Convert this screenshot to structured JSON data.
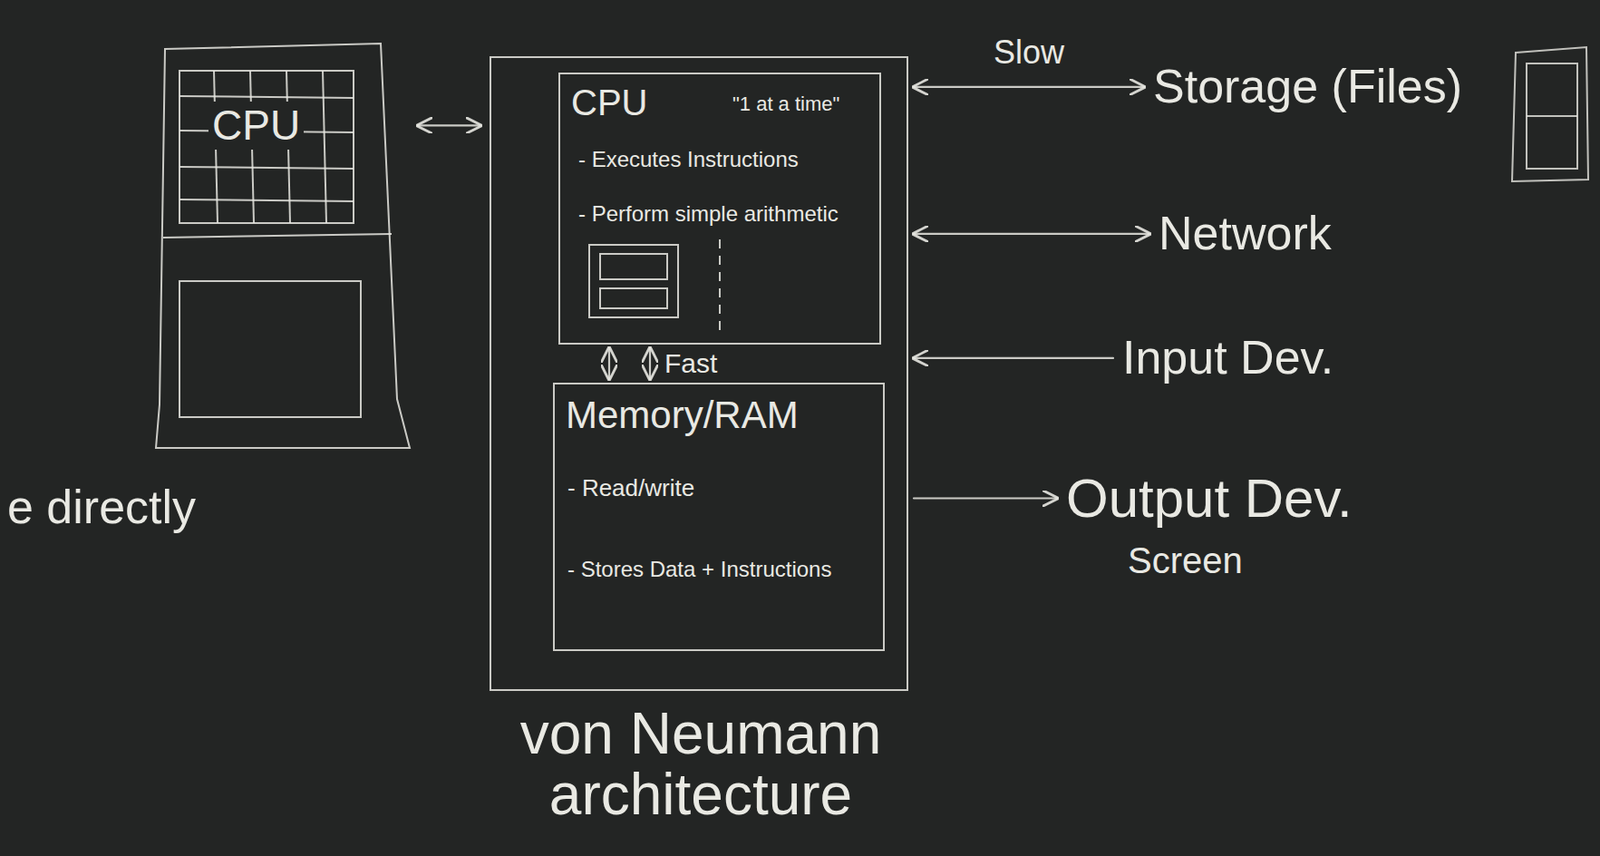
{
  "diagram": {
    "nodes": [
      {
        "text": [
          "CPU"
        ]
      },
      {
        "text": [
          "von Neumann architecture"
        ]
      },
      {
        "text": [
          "CPU",
          "\"1 at a time\"",
          "- Executes Instructions",
          "- Perform simple arithmetic"
        ],
        "in": 1
      },
      {
        "text": [
          "Memory/RAM",
          "- Read/write",
          "- Stores Data + Instructions"
        ],
        "in": 1
      },
      {
        "text": [
          "Storage (Files)"
        ]
      },
      {
        "text": [
          "Network"
        ]
      },
      {
        "text": [
          "Input Dev."
        ]
      },
      {
        "text": [
          "Output Dev.",
          "Screen"
        ]
      }
    ],
    "edges": [
      {
        "from": 0,
        "to": 1,
        "arrow": "both"
      },
      {
        "from": 2,
        "to": 3,
        "arrow": "both"
      },
      {
        "from": 2,
        "to": 3,
        "label": "Fast",
        "arrow": "both"
      },
      {
        "from": 1,
        "to": 4,
        "label": "Slow",
        "arrow": "both"
      },
      {
        "from": 1,
        "to": 5,
        "arrow": "both"
      },
      {
        "from": 6,
        "to": 1,
        "arrow": "to"
      },
      {
        "from": 1,
        "to": 7,
        "arrow": "to"
      }
    ],
    "labels": [
      "e directly"
    ]
  }
}
